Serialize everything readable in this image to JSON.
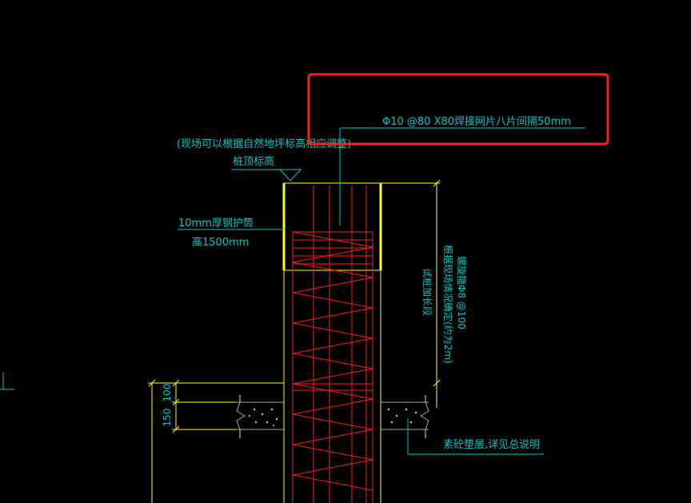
{
  "colors": {
    "background": "#000000",
    "cyan": "#00c8c8",
    "red": "#ff1a1a",
    "yellow": "#ffff00",
    "gray": "#aaaaaa",
    "highlight_box": "#ff2020"
  },
  "labels": {
    "mesh_note": "Φ10 @80 X80焊接网片八片间隔50mm",
    "adjust_note": "(现场可以根据自然地坪标高相应调整)",
    "pile_top": "桩顶标高",
    "casing_line1": "10mm厚钢护筒",
    "casing_line2": "高1500mm",
    "test_pile": "试桩加长段",
    "length_note": "根据现场情况确定(约为2m)",
    "stirrup_note": "螺旋箍Φ8 @100",
    "bedding_note": "素砼垫层,详见总说明",
    "dim_100": "100",
    "dim_150": "150"
  }
}
